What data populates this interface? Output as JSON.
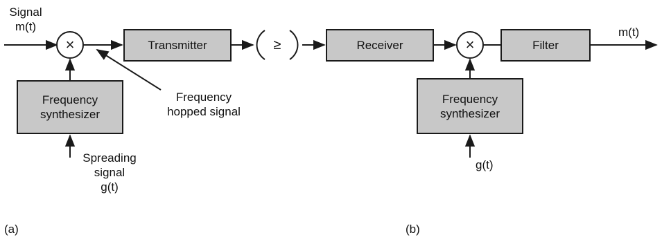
{
  "panel_a": {
    "input_label_line1": "Signal",
    "input_label_line2": "m(t)",
    "mixer_symbol": "×",
    "transmitter_label": "Transmitter",
    "synth_line1": "Frequency",
    "synth_line2": "synthesizer",
    "hopped_line1": "Frequency",
    "hopped_line2": "hopped signal",
    "spreading_line1": "Spreading",
    "spreading_line2": "signal",
    "spreading_line3": "g(t)",
    "panel_label": "(a)"
  },
  "channel_symbol": "≥",
  "panel_b": {
    "receiver_label": "Receiver",
    "mixer_symbol": "×",
    "filter_label": "Filter",
    "output_label": "m(t)",
    "synth_line1": "Frequency",
    "synth_line2": "synthesizer",
    "gt_label": "g(t)",
    "panel_label": "(b)"
  },
  "colors": {
    "box_fill": "#c8c8c8",
    "line": "#1a1a1a"
  }
}
